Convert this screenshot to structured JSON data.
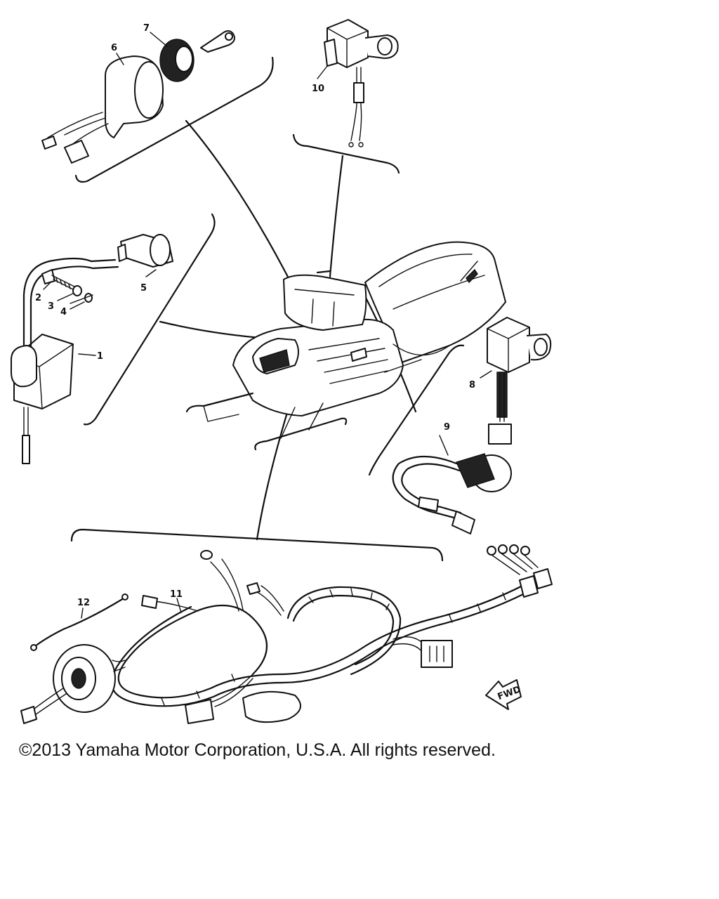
{
  "diagram": {
    "callouts": [
      "1",
      "2",
      "3",
      "4",
      "5",
      "6",
      "7",
      "8",
      "9",
      "10",
      "11",
      "12"
    ],
    "fwd_label": "FWD"
  },
  "copyright": "©2013 Yamaha Motor Corporation, U.S.A. All rights reserved."
}
